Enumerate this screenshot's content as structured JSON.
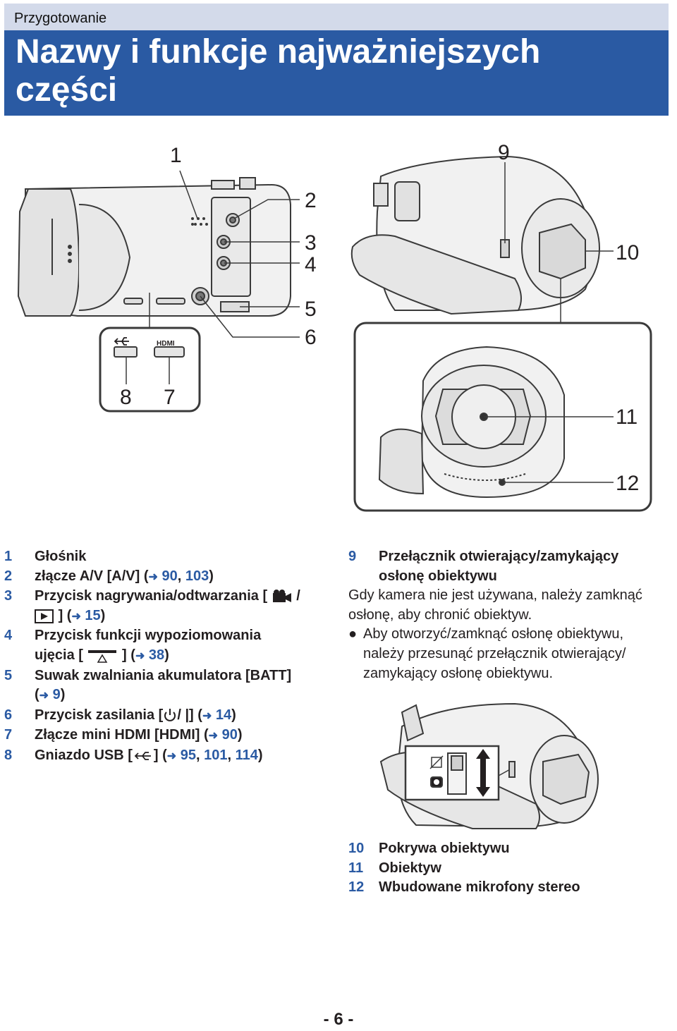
{
  "header": {
    "section": "Przygotowanie",
    "title": "Nazwy i funkcje najważniejszych części"
  },
  "figure": {
    "callouts": [
      "1",
      "2",
      "3",
      "4",
      "5",
      "6",
      "7",
      "8",
      "9",
      "10",
      "11",
      "12"
    ],
    "port_labels": {
      "usb": "⇠",
      "hdmi": "HDMI"
    }
  },
  "parts_left": [
    {
      "num": "1",
      "text": "Głośnik"
    },
    {
      "num": "2",
      "pre": "złącze A/V [A/V] (",
      "refs": [
        "90",
        "103"
      ],
      "post": ")"
    },
    {
      "num": "3",
      "pre": "Przycisk nagrywania/odtwarzania [",
      "mid": "/",
      "post2": "] (",
      "refs": [
        "15"
      ],
      "post": ")"
    },
    {
      "num": "4",
      "line1": "Przycisk funkcji wypoziomowania",
      "pre": "ujęcia [",
      "post2": "] (",
      "refs": [
        "38"
      ],
      "post": ")"
    },
    {
      "num": "5",
      "line1": "Suwak zwalniania akumulatora [BATT]",
      "pre": "(",
      "refs": [
        "9"
      ],
      "post": ")"
    },
    {
      "num": "6",
      "pre": "Przycisk zasilania [",
      "mid": "/ |",
      "post2": "] (",
      "refs": [
        "14"
      ],
      "post": ")"
    },
    {
      "num": "7",
      "pre": "Złącze mini HDMI [HDMI] (",
      "refs": [
        "90"
      ],
      "post": ")"
    },
    {
      "num": "8",
      "pre": "Gniazdo USB [",
      "post2": "] (",
      "refs": [
        "95",
        "101",
        "114"
      ],
      "post": ")"
    }
  ],
  "part9": {
    "num": "9",
    "title1": "Przełącznik otwierający/zamykający",
    "title2": "osłonę obiektywu",
    "desc1": "Gdy kamera nie jest używana, należy zamknąć",
    "desc2": "osłonę, aby chronić obiektyw.",
    "bullet": "●",
    "b1": "Aby otworzyć/zamknąć osłonę obiektywu,",
    "b2": "należy przesunąć przełącznik otwierający/",
    "b3": "zamykający osłonę obiektywu."
  },
  "parts_right": [
    {
      "num": "10",
      "text": "Pokrywa obiektywu"
    },
    {
      "num": "11",
      "text": "Obiektyw"
    },
    {
      "num": "12",
      "text": "Wbudowane mikrofony stereo"
    }
  ],
  "arrow_glyph": "➜",
  "page_number": "- 6 -"
}
